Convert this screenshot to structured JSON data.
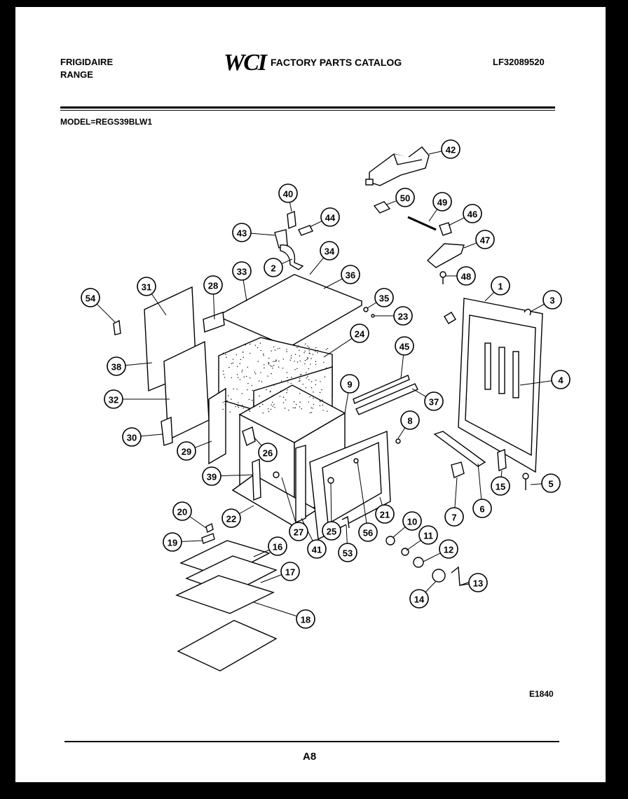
{
  "header": {
    "brand": "FRIGIDAIRE",
    "product": "RANGE",
    "logo": "WCI",
    "catalog_title": "FACTORY PARTS CATALOG",
    "catalog_number": "LF32089520",
    "model": "MODEL=REGS39BLW1"
  },
  "diagram": {
    "callouts": [
      "1",
      "2",
      "3",
      "4",
      "5",
      "6",
      "7",
      "8",
      "9",
      "10",
      "11",
      "12",
      "13",
      "14",
      "15",
      "16",
      "17",
      "18",
      "19",
      "20",
      "21",
      "22",
      "23",
      "24",
      "25",
      "26",
      "27",
      "28",
      "29",
      "30",
      "31",
      "32",
      "33",
      "34",
      "35",
      "36",
      "37",
      "38",
      "39",
      "40",
      "41",
      "42",
      "43",
      "44",
      "45",
      "46",
      "47",
      "48",
      "49",
      "50",
      "53",
      "54",
      "56"
    ],
    "drawing_code": "E1840"
  },
  "footer": {
    "page": "A8"
  }
}
